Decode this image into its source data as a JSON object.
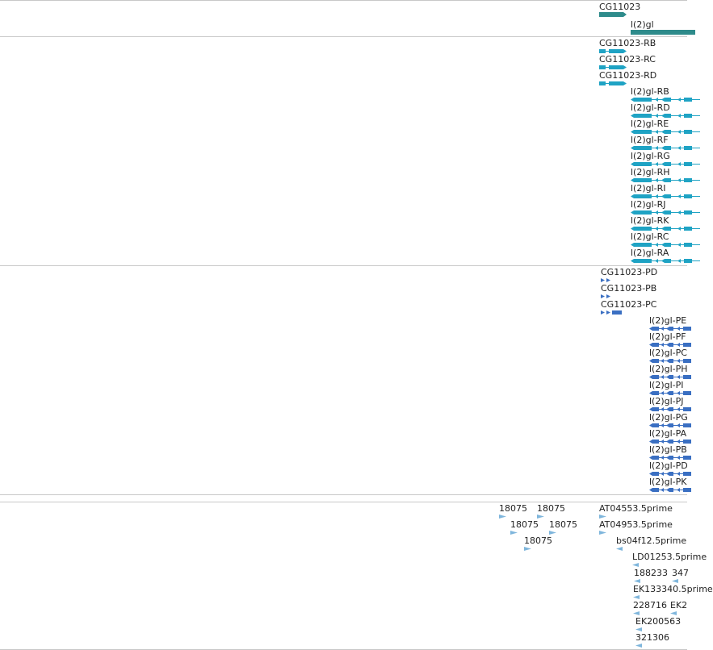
{
  "colors": {
    "gene": "#2e8b8b",
    "transcript": "#1fa3c4",
    "protein": "#3a6fc2",
    "est": "#7fb6dc",
    "rule": "#c8c8c8"
  },
  "tracks": {
    "genes": {
      "labels": [
        "CG11023",
        "l(2)gl"
      ]
    },
    "transcripts": {
      "cg_labels": [
        "CG11023-RB",
        "CG11023-RC",
        "CG11023-RD"
      ],
      "lgl_labels": [
        "l(2)gl-RB",
        "l(2)gl-RD",
        "l(2)gl-RE",
        "l(2)gl-RF",
        "l(2)gl-RG",
        "l(2)gl-RH",
        "l(2)gl-RI",
        "l(2)gl-RJ",
        "l(2)gl-RK",
        "l(2)gl-RC",
        "l(2)gl-RA"
      ]
    },
    "proteins": {
      "cg_labels": [
        "CG11023-PD",
        "CG11023-PB",
        "CG11023-PC"
      ],
      "lgl_labels": [
        "l(2)gl-PE",
        "l(2)gl-PF",
        "l(2)gl-PC",
        "l(2)gl-PH",
        "l(2)gl-PI",
        "l(2)gl-PJ",
        "l(2)gl-PG",
        "l(2)gl-PA",
        "l(2)gl-PB",
        "l(2)gl-PD",
        "l(2)gl-PK"
      ]
    },
    "ests": {
      "left_labels": [
        "18075",
        "18075",
        "18075",
        "18075",
        "18075"
      ],
      "right_labels": [
        "AT04553.5prime",
        "AT04953.5prime",
        "bs04f12.5prime",
        "LD01253.5prime",
        "188233",
        "347",
        "EK133340.5prime",
        "228716",
        "EK2",
        "EK200563",
        "321306"
      ]
    }
  }
}
